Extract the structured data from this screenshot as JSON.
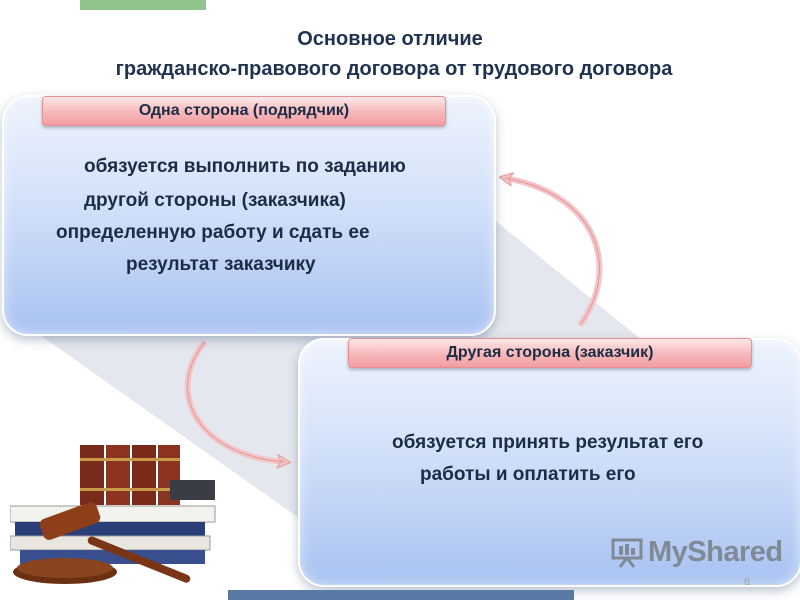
{
  "title": {
    "line1": "Основное отличие",
    "line2": "гражданско-правового договора от трудового договора"
  },
  "party1": {
    "label": "Одна сторона (подрядчик)",
    "text_lines": [
      "обязуется выполнить по заданию",
      "другой стороны (заказчика)",
      "определенную работу и сдать ее",
      "результат заказчику"
    ]
  },
  "party2": {
    "label": "Другая сторона (заказчик)",
    "text_lines": [
      "обязуется принять результат его",
      "работы и оплатить его"
    ]
  },
  "watermark": {
    "text": "MyShared"
  },
  "page_number": "6",
  "colors": {
    "title": "#1f3350",
    "pill_fill": "#f7b7b9",
    "box_fill": "#a9c2f2",
    "arrow": "#e9a3a5",
    "top_accent": "#8fc58a",
    "bottom_accent": "#5a7aa6"
  }
}
